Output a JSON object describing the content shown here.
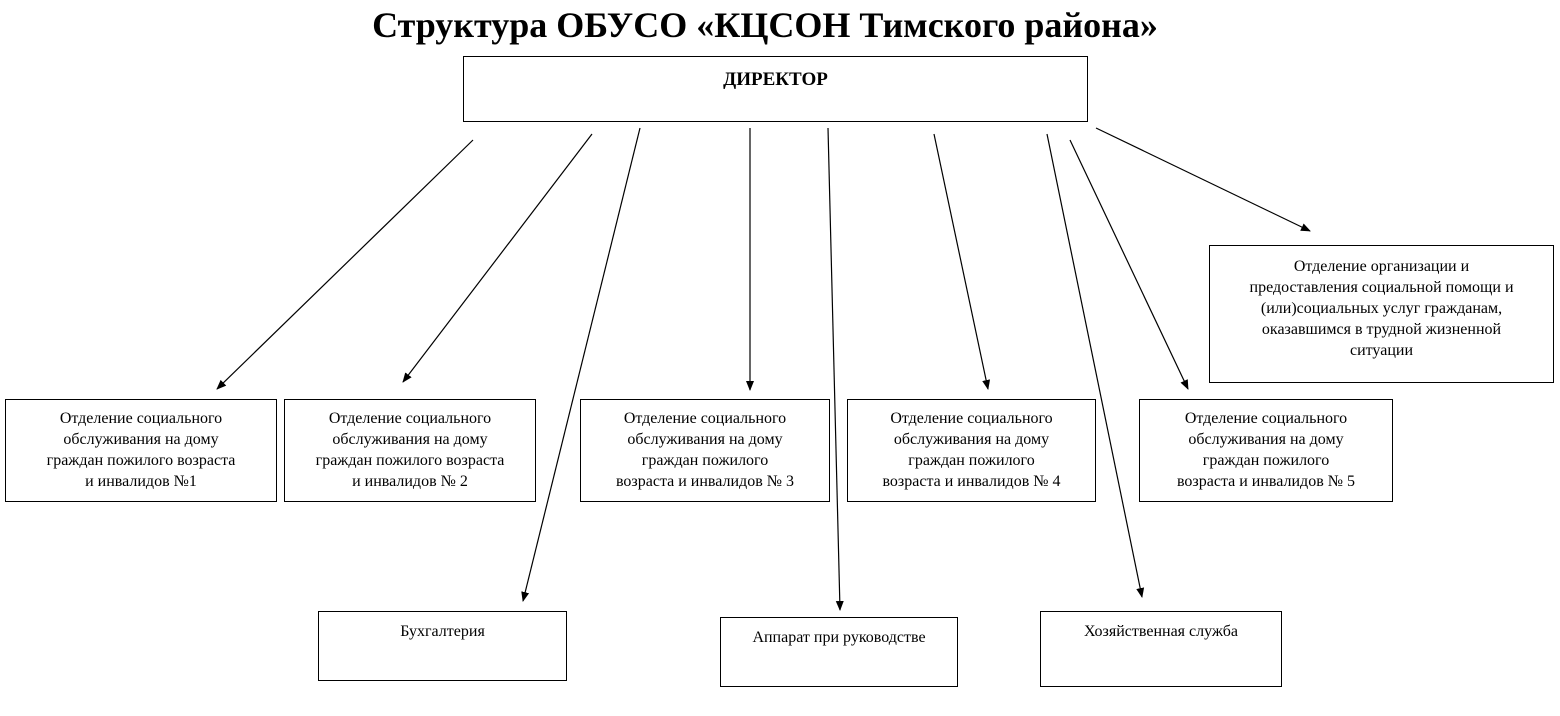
{
  "title": "Структура ОБУСО «КЦСОН Тимского района»",
  "director": "ДИРЕКТОР",
  "departments": [
    {
      "lines": [
        "Отделение социального",
        "обслуживания на дому",
        "граждан пожилого возраста",
        "и инвалидов №1"
      ]
    },
    {
      "lines": [
        "Отделение социального",
        "обслуживания на дому",
        "граждан пожилого возраста",
        "и инвалидов № 2"
      ]
    },
    {
      "lines": [
        "Отделение социального",
        "обслуживания на дому",
        "граждан пожилого",
        "возраста и инвалидов № 3"
      ]
    },
    {
      "lines": [
        "Отделение социального",
        "обслуживания на дому",
        "граждан пожилого",
        "возраста и инвалидов № 4"
      ]
    },
    {
      "lines": [
        "Отделение социального",
        "обслуживания на дому",
        "граждан пожилого",
        "возраста  и инвалидов № 5"
      ]
    },
    {
      "lines": [
        "Отделение организации и",
        "предоставления социальной помощи и",
        "(или)социальных услуг гражданам,",
        "оказавшимся в трудной жизненной",
        "ситуации"
      ]
    }
  ],
  "services": {
    "accounting": "Бухгалтерия",
    "management_staff": "Аппарат при руководстве",
    "maintenance": "Хозяйственная служба"
  }
}
